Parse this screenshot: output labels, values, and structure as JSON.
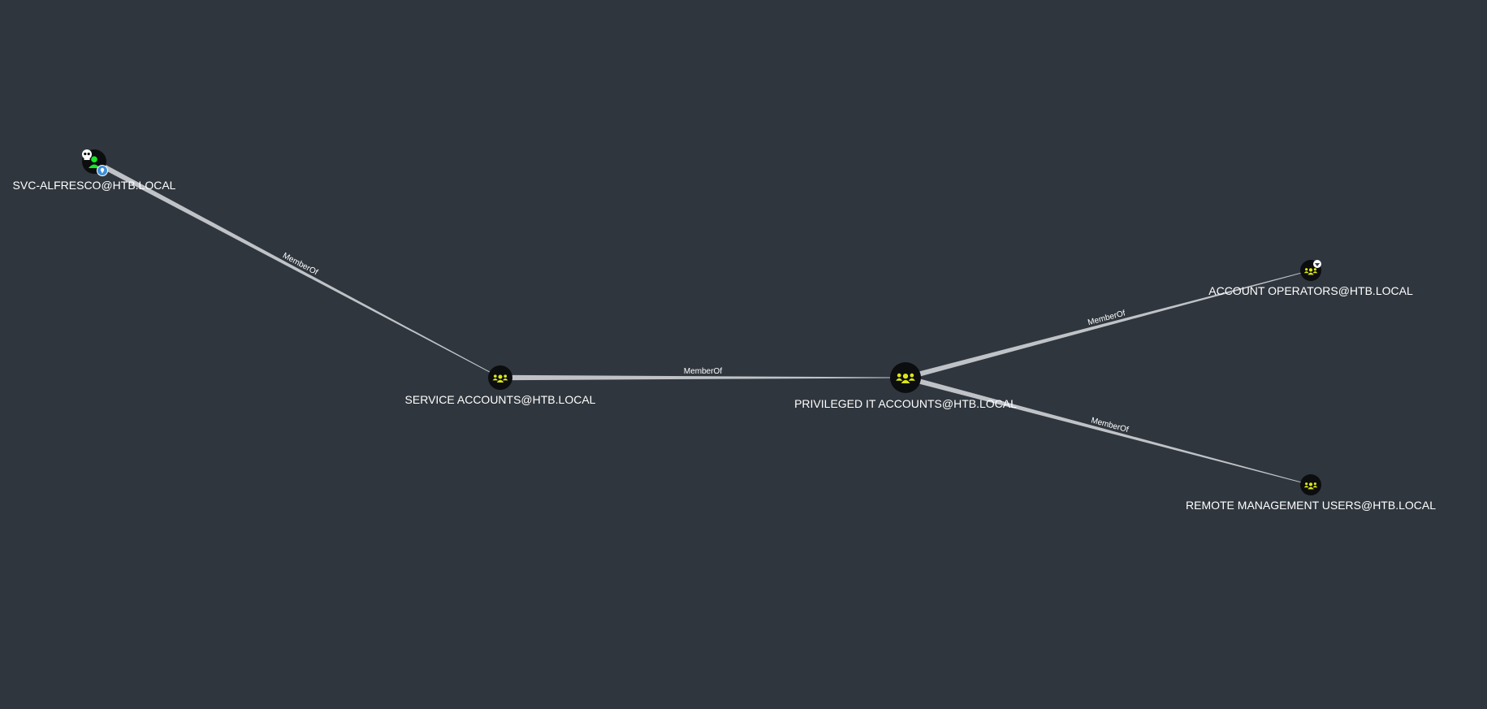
{
  "graph": {
    "background": "#2f363e",
    "nodes": [
      {
        "id": "svc-alfresco",
        "label": "SVC-ALFRESCO@HTB.LOCAL",
        "kind": "user",
        "icon": "user-icon",
        "badges": [
          "skull-icon",
          "owned-pin-icon"
        ],
        "color": "#17e625"
      },
      {
        "id": "service-accounts",
        "label": "SERVICE ACCOUNTS@HTB.LOCAL",
        "kind": "group",
        "icon": "group-icon",
        "color": "#dbe617"
      },
      {
        "id": "privileged-it-accounts",
        "label": "PRIVILEGED IT ACCOUNTS@HTB.LOCAL",
        "kind": "group",
        "icon": "group-icon",
        "color": "#dbe617"
      },
      {
        "id": "account-operators",
        "label": "ACCOUNT OPERATORS@HTB.LOCAL",
        "kind": "group",
        "icon": "group-icon",
        "badges": [
          "gem-icon"
        ],
        "color": "#dbe617"
      },
      {
        "id": "remote-management-users",
        "label": "REMOTE MANAGEMENT USERS@HTB.LOCAL",
        "kind": "group",
        "icon": "group-icon",
        "color": "#dbe617"
      }
    ],
    "edges": [
      {
        "from": "svc-alfresco",
        "to": "service-accounts",
        "label": "MemberOf"
      },
      {
        "from": "service-accounts",
        "to": "privileged-it-accounts",
        "label": "MemberOf"
      },
      {
        "from": "privileged-it-accounts",
        "to": "account-operators",
        "label": "MemberOf"
      },
      {
        "from": "privileged-it-accounts",
        "to": "remote-management-users",
        "label": "MemberOf"
      }
    ]
  }
}
